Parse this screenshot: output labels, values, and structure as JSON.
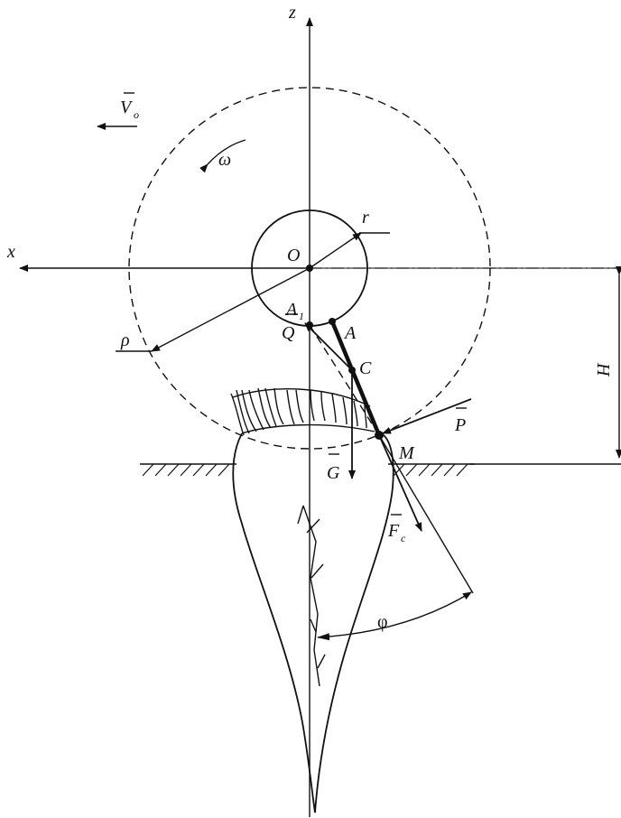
{
  "diagram": {
    "labels": {
      "axis_z": "z",
      "axis_x": "x",
      "velocity": "V",
      "velocity_sub": "o",
      "omega": "ω",
      "radius_r": "r",
      "center_O": "O",
      "rho": "ρ",
      "point_A1": "A",
      "point_A1_sub": "1",
      "point_A": "A",
      "point_C": "C",
      "force_Q": "Q",
      "force_P": "P",
      "point_M": "M",
      "force_G": "G",
      "force_F": "F",
      "force_F_sub": "c",
      "height_H": "H",
      "angle_phi": "φ"
    }
  }
}
